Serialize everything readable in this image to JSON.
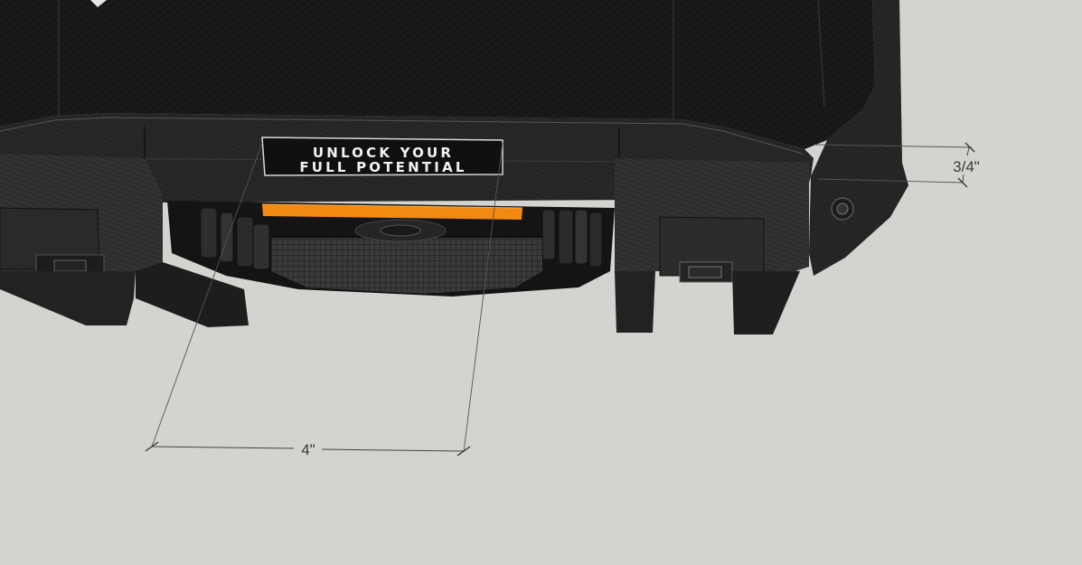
{
  "model": {
    "badge_line1": "UNLOCK YOUR",
    "badge_line2": "FULL POTENTIAL",
    "accent_color": "#f28a12",
    "body_color": "#262626",
    "background_color": "#d3d3cf"
  },
  "dimensions": [
    {
      "label": "4\""
    },
    {
      "label": "3/4\""
    }
  ]
}
